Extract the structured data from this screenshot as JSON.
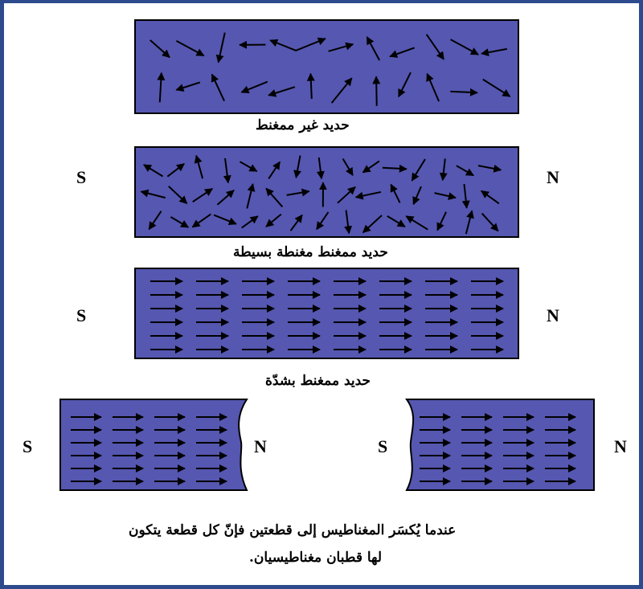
{
  "colors": {
    "bar_fill": "#5557b0",
    "bar_stroke": "#000000",
    "arrow": "#000000",
    "frame": "#2d4a8c"
  },
  "captions": {
    "unmagnetized": "حديد غير ممغنط",
    "weakly_magnetized": "حديد ممغنط مغنطة بسيطة",
    "strongly_magnetized": "حديد ممغنط بشدّة",
    "broken_line1": "عندما يُكسَر المغناطيس إلى قطعتين فإنّ كل قطعة يتكون",
    "broken_line2": "لها قطبان مغناطيسيان."
  },
  "poles": {
    "south": "S",
    "north": "N"
  }
}
